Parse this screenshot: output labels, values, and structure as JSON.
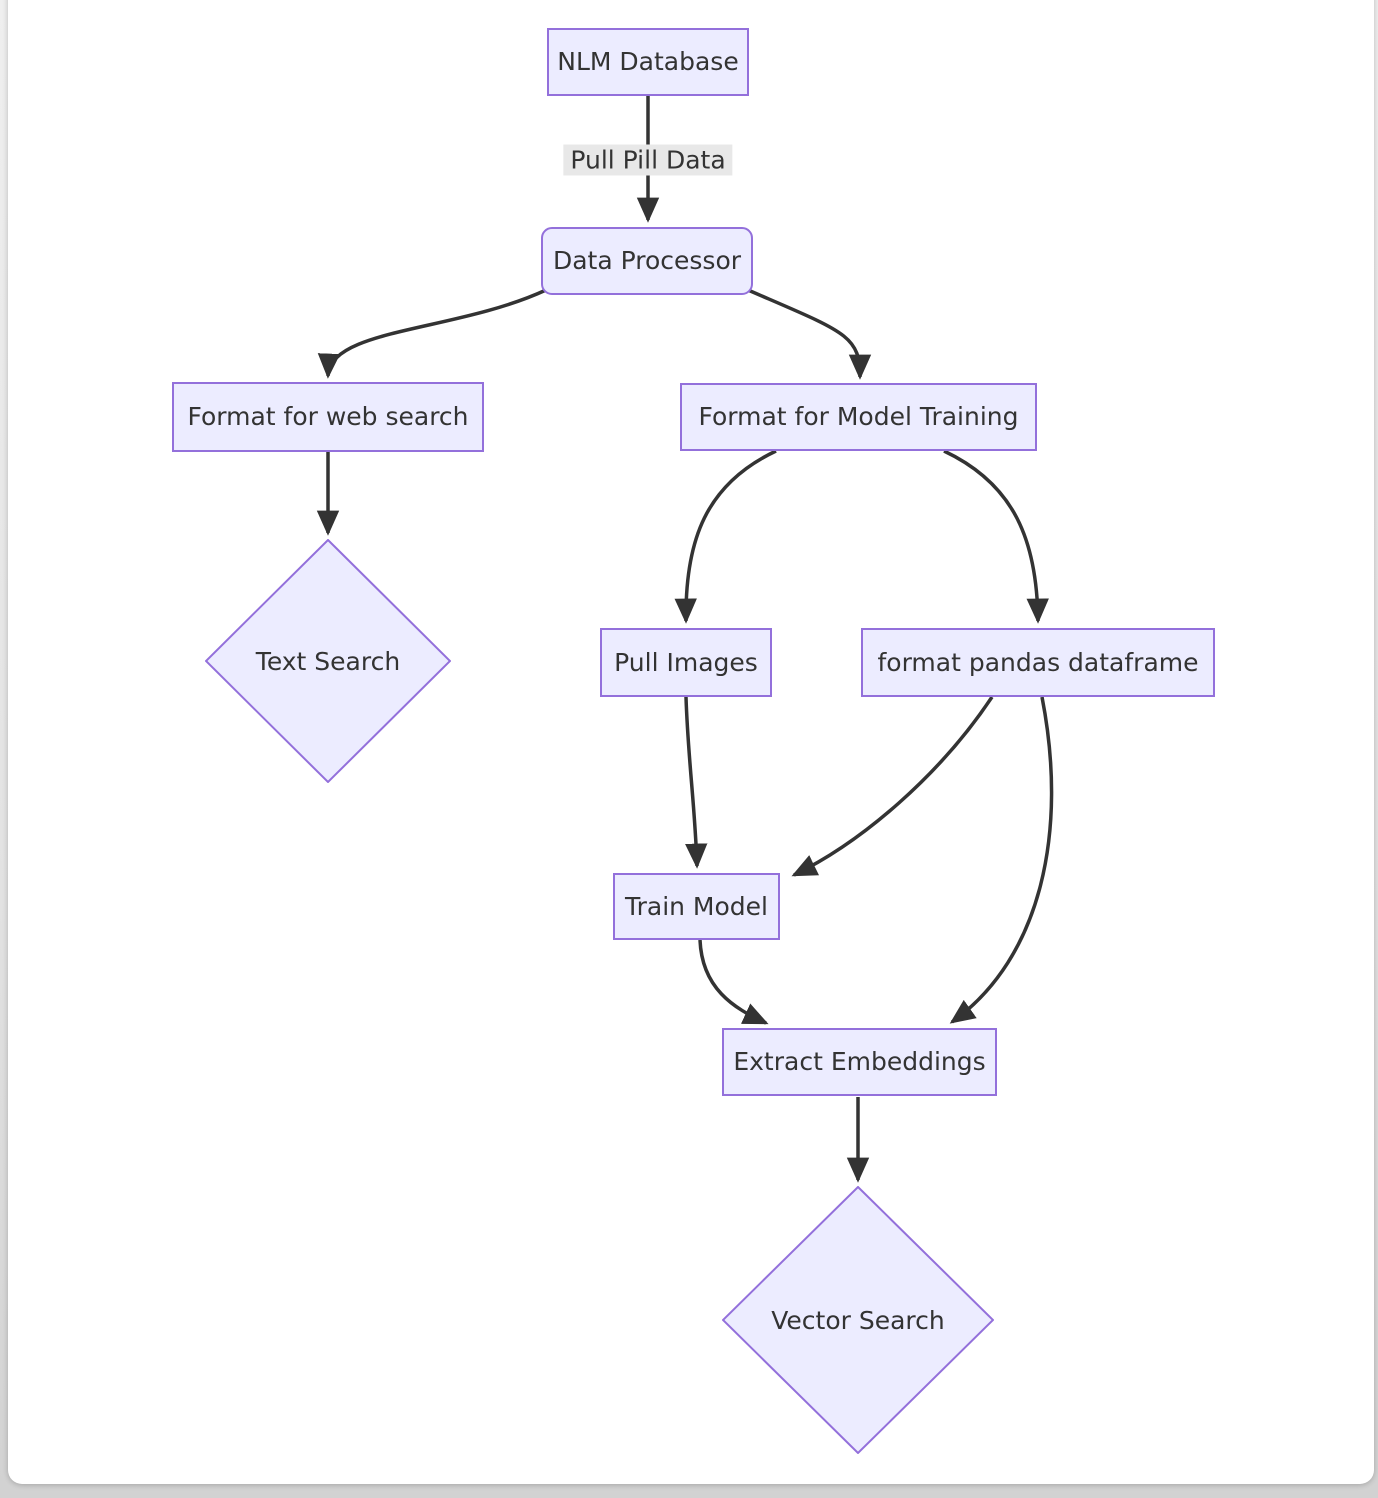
{
  "diagram": {
    "type": "flowchart-top-down",
    "colors": {
      "node_fill": "#ECECFF",
      "node_border": "#9370DB",
      "edge": "#333333",
      "edge_label_bg": "#e8e8e8",
      "text": "#333333",
      "card_bg": "#ffffff",
      "page_bg": "#d9d9d9"
    },
    "nodes": [
      {
        "id": "nlm",
        "label": "NLM Database",
        "shape": "rect"
      },
      {
        "id": "processor",
        "label": "Data Processor",
        "shape": "rounded-rect"
      },
      {
        "id": "format_web",
        "label": "Format for web search",
        "shape": "rect"
      },
      {
        "id": "format_model",
        "label": "Format for Model Training",
        "shape": "rect"
      },
      {
        "id": "text_search",
        "label": "Text Search",
        "shape": "diamond"
      },
      {
        "id": "pull_images",
        "label": "Pull Images",
        "shape": "rect"
      },
      {
        "id": "pandas",
        "label": "format pandas dataframe",
        "shape": "rect"
      },
      {
        "id": "train",
        "label": "Train Model",
        "shape": "rect"
      },
      {
        "id": "embeddings",
        "label": "Extract Embeddings",
        "shape": "rect"
      },
      {
        "id": "vector_search",
        "label": "Vector Search",
        "shape": "diamond"
      }
    ],
    "edges": [
      {
        "from": "nlm",
        "to": "processor",
        "label": "Pull Pill Data"
      },
      {
        "from": "processor",
        "to": "format_web",
        "label": ""
      },
      {
        "from": "processor",
        "to": "format_model",
        "label": ""
      },
      {
        "from": "format_web",
        "to": "text_search",
        "label": ""
      },
      {
        "from": "format_model",
        "to": "pull_images",
        "label": ""
      },
      {
        "from": "format_model",
        "to": "pandas",
        "label": ""
      },
      {
        "from": "pull_images",
        "to": "train",
        "label": ""
      },
      {
        "from": "pandas",
        "to": "train",
        "label": ""
      },
      {
        "from": "train",
        "to": "embeddings",
        "label": ""
      },
      {
        "from": "pandas",
        "to": "embeddings",
        "label": ""
      },
      {
        "from": "embeddings",
        "to": "vector_search",
        "label": ""
      }
    ]
  }
}
